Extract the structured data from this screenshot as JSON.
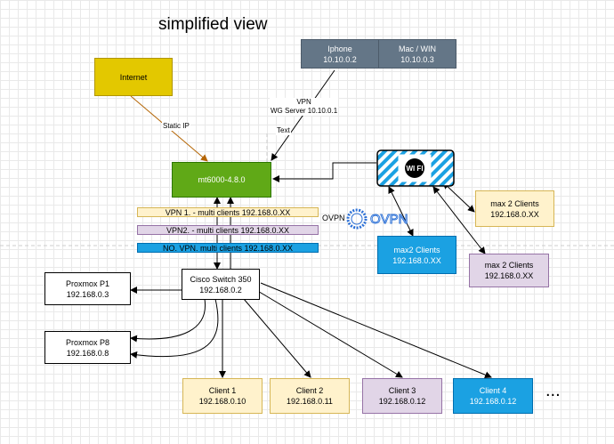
{
  "title": "simplified view",
  "nodes": {
    "internet": "Internet",
    "iphone": {
      "name": "Iphone",
      "ip": "10.10.0.2"
    },
    "macwin": {
      "name": "Mac / WIN",
      "ip": "10.10.0.3"
    },
    "router": "mt6000-4.8.0",
    "switch": {
      "name": "Cisco Switch 350",
      "ip": "192.168.0.2"
    },
    "proxmox1": {
      "name": "Proxmox P1",
      "ip": "192.168.0.3"
    },
    "proxmox8": {
      "name": "Proxmox P8",
      "ip": "192.168.0.8"
    },
    "wifi": "WI FI",
    "wifi_clients": [
      {
        "name": "max2  Clients",
        "ip": "192.168.0.XX"
      },
      {
        "name": "max 2 Clients",
        "ip": "192.168.0.XX"
      },
      {
        "name": "max 2 Clients",
        "ip": "192.168.0.XX"
      }
    ],
    "clients": [
      {
        "name": "Client 1",
        "ip": "192.168.0.10"
      },
      {
        "name": "Client 2",
        "ip": "192.168.0.11"
      },
      {
        "name": "Client 3",
        "ip": "192.168.0.12"
      },
      {
        "name": "Client 4",
        "ip": "192.168.0.12"
      }
    ]
  },
  "bands": {
    "vpn1": "VPN 1. -  multi clients 192.168.0.XX",
    "vpn2": "VPN2. -  multi clients 192.168.0.XX",
    "novpn": "NO. VPN.   multi clients 192.168.0.XX"
  },
  "edge_labels": {
    "static_ip": "Static IP",
    "vpn": "VPN",
    "wg_server": "WG Server 10.10.0.1",
    "text": "Text"
  },
  "ovpn": {
    "label": "OVPN",
    "logo_text": "OVPN"
  },
  "more": "...",
  "colors": {
    "internet_fill": "#e3c800",
    "internet_border": "#b09500",
    "router_fill": "#60a917",
    "router_border": "#2d7600",
    "vpn_clients_fill": "#647687",
    "yellow_fill": "#fff2cc",
    "yellow_border": "#d6b656",
    "purple_fill": "#e1d5e7",
    "purple_border": "#9673a6",
    "blue_fill": "#1ba1e2",
    "blue_border": "#006eaf",
    "static_ip_line": "#b46504",
    "ovpn_blue": "#2a6fd6"
  }
}
